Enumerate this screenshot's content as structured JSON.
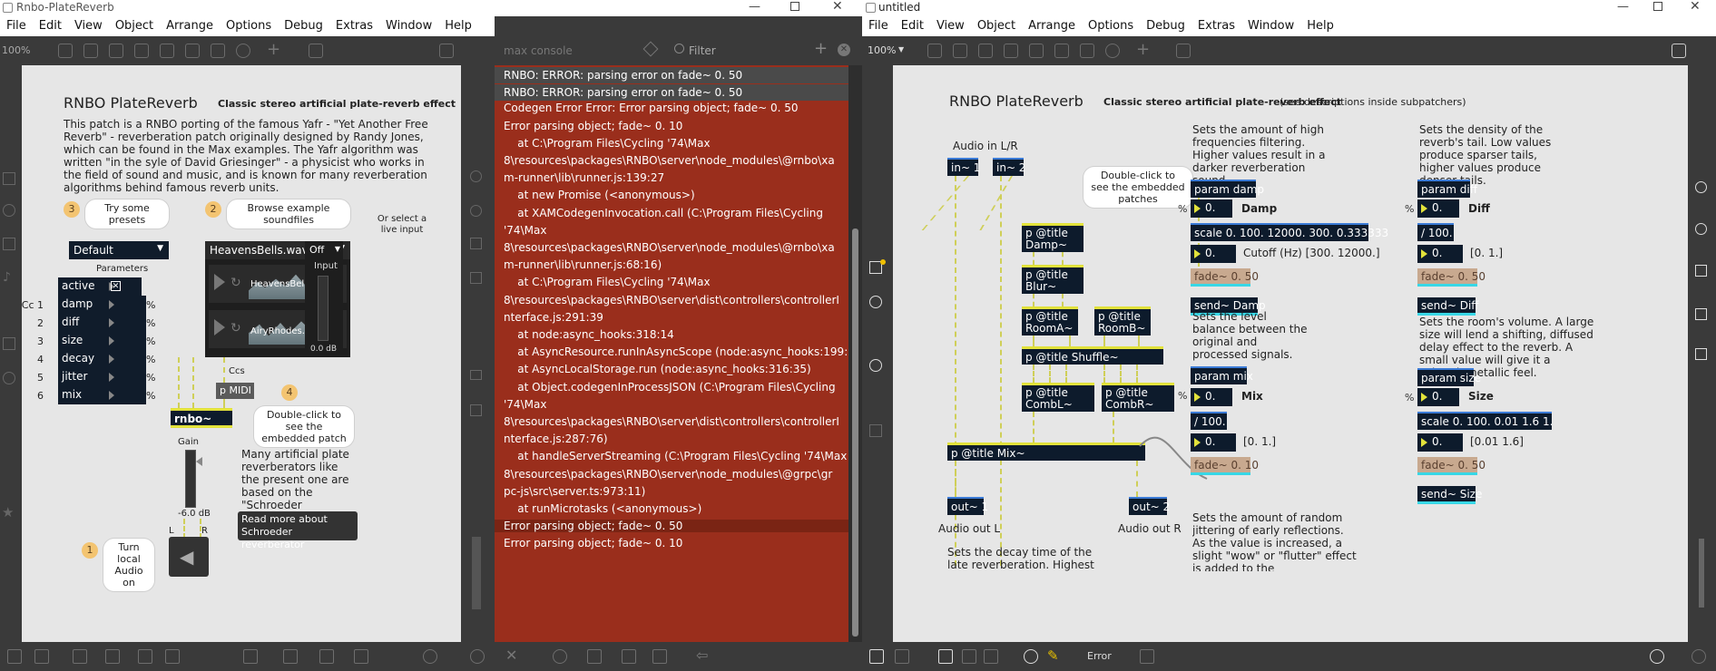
{
  "left_window": {
    "title": "Rnbo-PlateReverb",
    "menu": [
      "File",
      "Edit",
      "View",
      "Object",
      "Arrange",
      "Options",
      "Debug",
      "Extras",
      "Window",
      "Help"
    ],
    "zoom": "100%",
    "patch": {
      "title": "RNBO PlateReverb",
      "subtitle": "Classic stereo artificial plate-reverb effect",
      "description": "This patch is a RNBO porting of the famous Yafr - \"Yet Another Free Reverb\" - reverberation patch originally designed by Randy Jones, which can be found in the Max examples. The Yafr algorithm was written \"in the syle of David Griesinger\" - a physicist who works in the field of sound and music, and is known for many reverberation algorithms behind famous reverb units.",
      "step3_badge": "3",
      "step3_label": "Try some presets",
      "step2_badge": "2",
      "step2_label": "Browse example soundfiles",
      "live_input_label": "Or select a live input",
      "preset_value": "Default",
      "parameters_label": "Parameters",
      "params": [
        {
          "num": "",
          "name": "active",
          "unit": ""
        },
        {
          "num": "Cc 1",
          "name": "damp",
          "unit": "%"
        },
        {
          "num": "2",
          "name": "diff",
          "unit": "%"
        },
        {
          "num": "3",
          "name": "size",
          "unit": "%"
        },
        {
          "num": "4",
          "name": "decay",
          "unit": "%"
        },
        {
          "num": "5",
          "name": "jitter",
          "unit": "%"
        },
        {
          "num": "6",
          "name": "mix",
          "unit": "%"
        }
      ],
      "soundfile_value": "HeavensBells.wav",
      "soundfile_items": [
        "HeavensBells.wav",
        "AiryRhodes.wav"
      ],
      "input_select": "Off",
      "input_label": "Input",
      "input_db": "0.0 dB",
      "ccs_label": "Ccs",
      "pmidi": "p MIDI",
      "step4_badge": "4",
      "rnbo_obj": "rnbo~",
      "rnbo_bubble": "Double-click to see the embedded patch",
      "gain_label": "Gain",
      "gain_db": "-6.0 dB",
      "l_label": "L",
      "r_label": "R",
      "schroeder_text": "Many artificial plate reverberators like the present one are based on the \"Schroeder reverberator\" model.",
      "schroeder_button": "Read more about Schroeder reverberator",
      "step1_badge": "1",
      "step1_label": "Turn local Audio on"
    }
  },
  "console": {
    "title": "max console",
    "filter_placeholder": "Filter",
    "lines": [
      "RNBO: ERROR: parsing error on fade~ 0. 50",
      "RNBO: ERROR: parsing error on fade~ 0. 50",
      "Codegen Error Error: Error parsing object; fade~ 0. 50",
      "Error parsing object; fade~ 0. 10",
      "    at C:\\Program Files\\Cycling '74\\Max",
      "8\\resources\\packages\\RNBO\\server\\node_modules\\@rnbo\\xa",
      "m-runner\\lib\\runner.js:139:27",
      "    at new Promise (<anonymous>)",
      "    at XAMCodegenInvocation.call (C:\\Program Files\\Cycling",
      "'74\\Max",
      "8\\resources\\packages\\RNBO\\server\\node_modules\\@rnbo\\xa",
      "m-runner\\lib\\runner.js:68:16)",
      "    at C:\\Program Files\\Cycling '74\\Max",
      "8\\resources\\packages\\RNBO\\server\\dist\\controllers\\controllerI",
      "nterface.js:291:39",
      "    at node:async_hooks:318:14",
      "    at AsyncResource.runInAsyncScope (node:async_hooks:199:9)",
      "    at AsyncLocalStorage.run (node:async_hooks:316:35)",
      "    at Object.codegenInProcessJSON (C:\\Program Files\\Cycling",
      "'74\\Max",
      "8\\resources\\packages\\RNBO\\server\\dist\\controllers\\controllerI",
      "nterface.js:287:76)",
      "    at handleServerStreaming (C:\\Program Files\\Cycling '74\\Max",
      "8\\resources\\packages\\RNBO\\server\\node_modules\\@grpc\\gr",
      "pc-js\\src\\server.ts:973:11)",
      "    at runMicrotasks (<anonymous>)",
      "Error parsing object; fade~ 0. 50",
      "Error parsing object; fade~ 0. 10"
    ]
  },
  "right_window": {
    "title": "untitled",
    "menu": [
      "File",
      "Edit",
      "View",
      "Object",
      "Arrange",
      "Options",
      "Debug",
      "Extras",
      "Window",
      "Help"
    ],
    "zoom": "100%",
    "status": "Error",
    "patch": {
      "title": "RNBO PlateReverb",
      "subtitle": "Classic stereo artificial plate-reverb effect",
      "subtitle_note": "(see descriptions inside subpatchers)",
      "audio_in": "Audio in L/R",
      "in1": "in~ 1",
      "in2": "in~ 2",
      "dbl_click_bubble": "Double-click to see the embedded patches",
      "p_damp": "p @title Damp~",
      "p_blur": "p @title Blur~",
      "p_rooma": "p @title RoomA~",
      "p_roomb": "p @title RoomB~",
      "p_shuffle": "p @title Shuffle~",
      "p_combl": "p @title CombL~",
      "p_combr": "p @title CombR~",
      "p_mix": "p @title Mix~",
      "out1": "out~ 1",
      "out2": "out~ 2",
      "audio_out_l": "Audio out L",
      "audio_out_r": "Audio out R",
      "decay_text": "Sets the decay time of the late reverberation. Highest value produces a quasi-infinite",
      "damp_text": "Sets the amount of high frequencies filtering. Higher values result in a darker reverberation sound.",
      "param_damp": "param damp",
      "damp_num": "0.",
      "damp_label": "Damp",
      "damp_scale": "scale 0. 100. 12000. 300. 0.333333",
      "cutoff_num": "0.",
      "cutoff_label": "Cutoff (Hz) [300. 12000.]",
      "damp_fade": "fade~ 0. 50",
      "damp_send": "send~ Damp",
      "mix_text": "Sets the level balance between the original and processed signals.",
      "param_mix": "param mix",
      "mix_num": "0.",
      "mix_label": "Mix",
      "mix_div": "/ 100.",
      "mix_num2": "0.",
      "mix_range": "[0. 1.]",
      "mix_fade": "fade~ 0. 10",
      "jitter_text": "Sets the amount of random jittering of early reflections. As the value is increased, a slight \"wow\" or \"flutter\" effect is added to the",
      "diff_text": "Sets the density of the reverb's tail. Low values produce sparser tails, higher values produce denser tails.",
      "param_diff": "param diff",
      "diff_num": "0.",
      "diff_label": "Diff",
      "diff_div": "/ 100.",
      "diff_num2": "0.",
      "diff_range": "[0. 1.]",
      "diff_fade": "fade~ 0. 50",
      "diff_send": "send~ Diff",
      "size_text": "Sets the room's volume. A large size will lend a shifting, diffused delay effect to the reverb. A small value will give it a colored, metallic feel.",
      "param_size": "param size",
      "size_num": "0.",
      "size_label": "Size",
      "size_scale": "scale 0. 100. 0.01 1.6 1.",
      "size_num2": "0.",
      "size_range": "[0.01 1.6]",
      "size_fade": "fade~ 0. 50",
      "size_send": "send~ Size",
      "pct": "%"
    }
  }
}
